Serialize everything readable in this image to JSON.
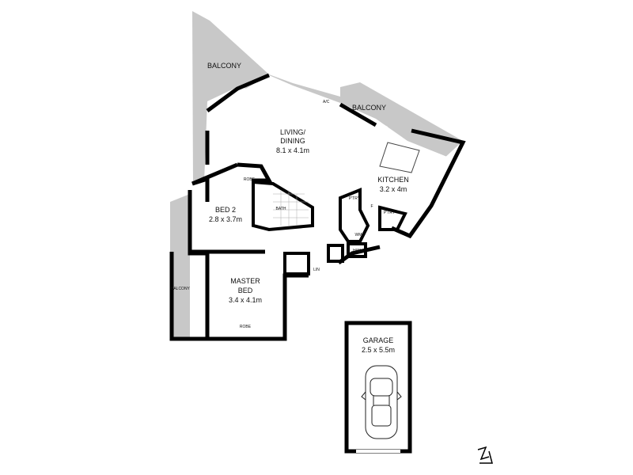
{
  "balcony_main": "BALCONY",
  "balcony_east": "BALCONY",
  "balcony_west": "BALCONY",
  "ac": "A/C",
  "living": {
    "name": "LIVING/",
    "name2": "DINING",
    "dims": "8.1 x 4.1m"
  },
  "kitchen": {
    "name": "KITCHEN",
    "dims": "3.2 x 4m"
  },
  "bed2": {
    "name": "BED 2",
    "dims": "2.8 x 3.7m",
    "robe": "ROBE"
  },
  "bath": "BATH",
  "master": {
    "name": "MASTER",
    "name2": "BED",
    "dims": "3.4 x 4.1m",
    "robe": "ROBE"
  },
  "pantry1": "P'TRY",
  "pantry2": "P'TRY",
  "fridge": "F",
  "wm": "WM",
  "hw": "H/W",
  "lin": "LIN",
  "garage": {
    "name": "GARAGE",
    "dims": "2.5 x 5.5m"
  },
  "colors": {
    "wall": "#000000",
    "balcony": "#c8c8c8",
    "floor": "#ffffff"
  },
  "icons": [
    "north-arrow-icon",
    "car-icon"
  ]
}
